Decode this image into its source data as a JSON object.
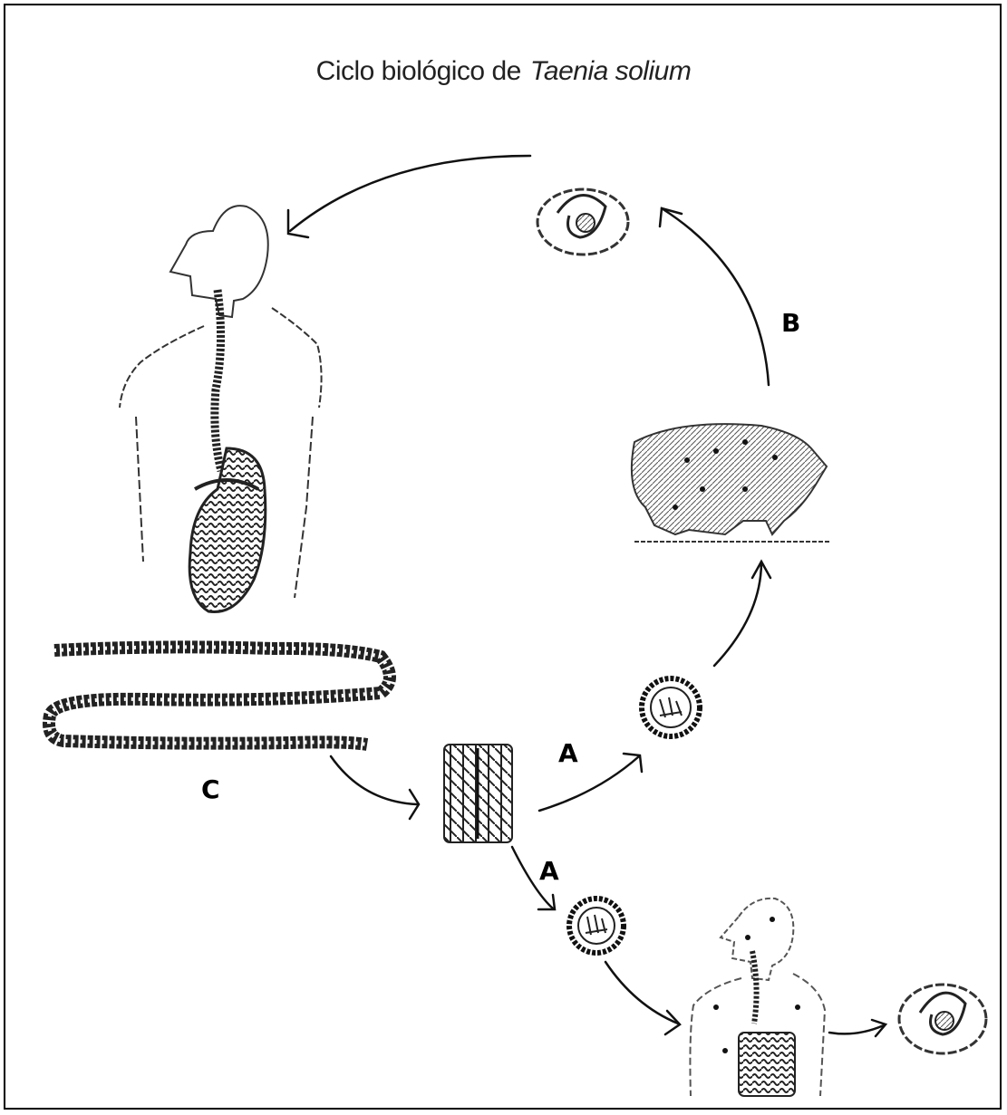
{
  "title": {
    "prefix": "Ciclo biológico de",
    "species": "Taenia solium"
  },
  "labels": {
    "a_upper": "A",
    "a_lower": "A",
    "b": "B",
    "c": "C"
  },
  "colors": {
    "ink": "#000000",
    "sketch": "#333333",
    "background": "#ffffff"
  }
}
